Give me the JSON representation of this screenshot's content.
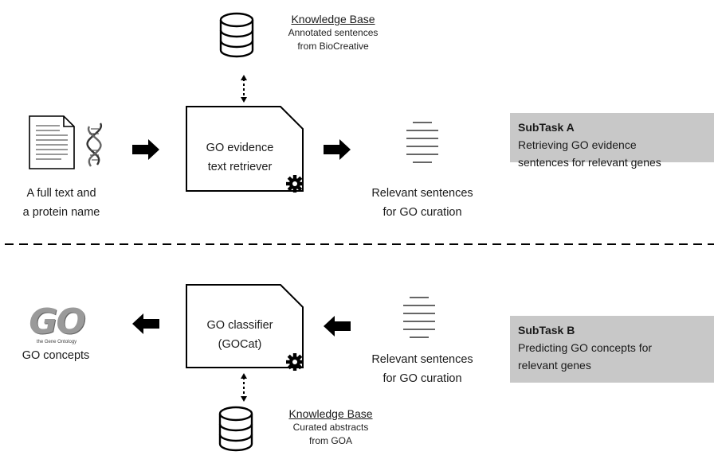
{
  "subtask_a": {
    "kb_title": "Knowledge Base",
    "kb_sub1": "Annotated sentences",
    "kb_sub2": "from BioCreative",
    "input_label1": "A full text and",
    "input_label2": "a protein name",
    "process_label1": "GO evidence",
    "process_label2": "text retriever",
    "output_label1": "Relevant sentences",
    "output_label2": "for GO curation",
    "panel_title": "SubTask A",
    "panel_text1": "Retrieving GO evidence",
    "panel_text2": "sentences for relevant genes"
  },
  "subtask_b": {
    "input_label1": "Relevant sentences",
    "input_label2": "for GO curation",
    "process_label1": "GO classifier",
    "process_label2": "(GOCat)",
    "output_label": "GO concepts",
    "logo_text": "GO",
    "logo_sub": "the Gene Ontology",
    "kb_title": "Knowledge Base",
    "kb_sub1": "Curated abstracts",
    "kb_sub2": "from GOA",
    "panel_title": "SubTask B",
    "panel_text1": "Predicting GO concepts for",
    "panel_text2": "relevant genes"
  }
}
